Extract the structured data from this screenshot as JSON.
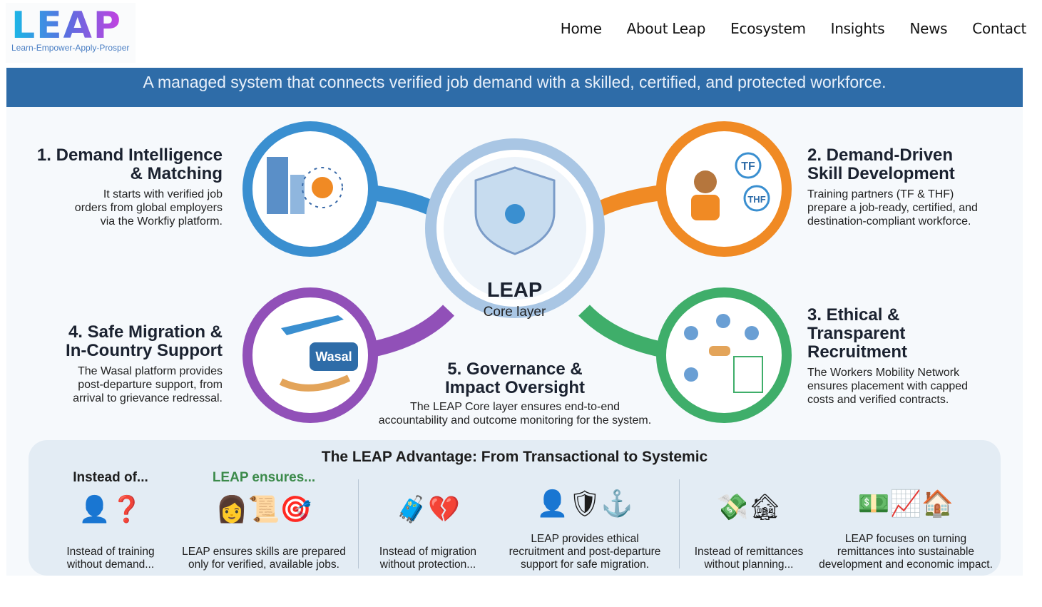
{
  "header": {
    "logo_text": "LEAP",
    "logo_tagline": "Learn-Empower-Apply-Prosper",
    "nav": [
      "Home",
      "About Leap",
      "Ecosystem",
      "Insights",
      "News",
      "Contact"
    ]
  },
  "infographic": {
    "banner": "A managed system that connects verified job demand with a skilled, certified, and protected workforce.",
    "core": {
      "title": "LEAP",
      "subtitle": "Core layer"
    },
    "pillars": [
      {
        "title1": "1. Demand Intelligence",
        "title2": "& Matching",
        "lines": [
          "It starts with verified job",
          "orders from global employers",
          "via the Workfiy platform."
        ]
      },
      {
        "title1": "2. Demand-Driven",
        "title2": "Skill Development",
        "lines": [
          "Training partners (TF & THF)",
          "prepare a job-ready, certified, and",
          "destination-compliant workforce."
        ],
        "badges": [
          "TF",
          "THF"
        ]
      },
      {
        "title1": "3. Ethical &",
        "title2": "Transparent",
        "title3": "Recruitment",
        "lines": [
          "The Workers Mobility Network",
          "ensures placement with capped",
          "costs and verified contracts."
        ]
      },
      {
        "title1": "4. Safe Migration &",
        "title2": "In-Country Support",
        "lines": [
          "The Wasal platform provides",
          "post-departure support, from",
          "arrival to grievance redressal."
        ],
        "badge": "Wasal"
      },
      {
        "title1": "5. Governance &",
        "title2": "Impact Oversight",
        "lines": [
          "The LEAP Core layer ensures end-to-end",
          "accountability and outcome monitoring for the system."
        ]
      }
    ],
    "advantage": {
      "title": "The LEAP Advantage: From Transactional to Systemic",
      "instead_label": "Instead of...",
      "ensures_label": "LEAP ensures...",
      "items": [
        {
          "l1": "Instead of training",
          "l2": "without demand..."
        },
        {
          "l1": "LEAP ensures skills are prepared",
          "l2": "only for verified, available jobs."
        },
        {
          "l1": "Instead of migration",
          "l2": "without protection..."
        },
        {
          "l1": "LEAP provides ethical",
          "l2": "recruitment and post-departure",
          "l3": "support for safe migration."
        },
        {
          "l1": "Instead of remittances",
          "l2": "without planning..."
        },
        {
          "l1": "LEAP focuses on turning",
          "l2": "remittances into sustainable",
          "l3": "development and economic impact."
        }
      ]
    }
  },
  "colors": {
    "banner": "#2e6ca8",
    "blue": "#3a8fd0",
    "orange": "#f08a24",
    "green": "#3fae6a",
    "purple": "#9150b8",
    "ensures": "#3b8a4a"
  }
}
